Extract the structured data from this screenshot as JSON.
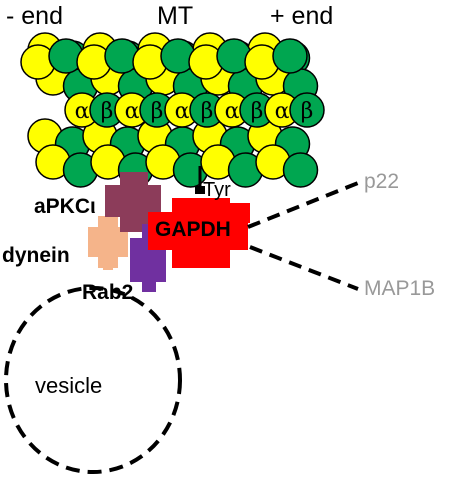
{
  "labels": {
    "minus_end": "- end",
    "mt": "MT",
    "plus_end": "+ end",
    "tyr": "Tyr",
    "apkc": "aPKCι",
    "gapdh": "GAPDH",
    "dynein": "dynein",
    "rab2": "Rab2",
    "p22": "p22",
    "map1b": "MAP1B",
    "vesicle": "vesicle"
  },
  "tubulin": {
    "alpha": "α",
    "beta": "β",
    "dimer_labels": [
      "α",
      "β",
      "α",
      "β",
      "α",
      "β",
      "α",
      "β",
      "α",
      "β"
    ]
  },
  "colors": {
    "alpha_tubulin": "#ffff00",
    "beta_tubulin": "#00a650",
    "apkc": "#8c3c5a",
    "gapdh": "#ff0000",
    "dynein": "#f5b48a",
    "rab2": "#7030a0",
    "interactor_text": "#999999",
    "outline": "#000000"
  }
}
